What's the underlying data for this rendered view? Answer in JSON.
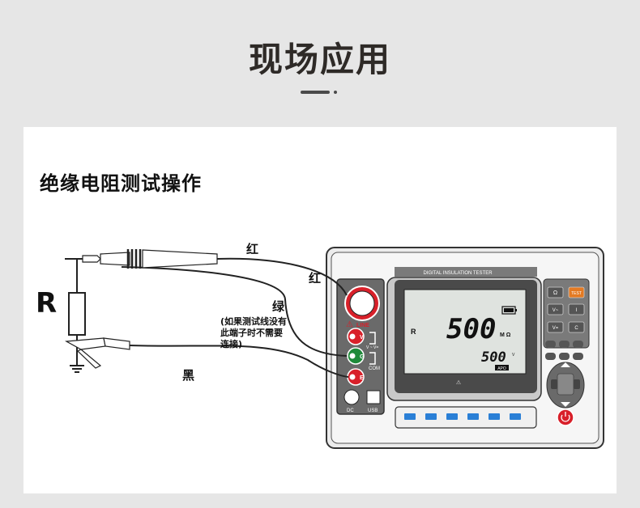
{
  "page": {
    "title": "现场应用"
  },
  "section": {
    "title": "绝缘电阻测试操作"
  },
  "diagram": {
    "resistor_label": "R",
    "wire_red_1": "红",
    "wire_red_2": "红",
    "wire_green": "绿",
    "wire_black": "黑",
    "note": [
      "(如果测试线没有",
      "此端子时不需要",
      "连接)"
    ]
  },
  "device": {
    "brand_strip": "DIGITAL INSULATION TESTER",
    "reading_main": "500",
    "reading_main_unit": "M Ω",
    "reading_sub": "500",
    "reading_sub_unit": "V",
    "apo": "APO",
    "lcd_marker": "R",
    "warning_symbol": "⚠",
    "terminals": {
      "line": "LINE",
      "v": "V",
      "g": "G",
      "e": "E",
      "com": "COM",
      "v_range": "V ~ V=",
      "dc": "DC",
      "usb": "USB"
    },
    "keys": {
      "ohm": "Ω",
      "test": "TEST",
      "v_ac": "V~",
      "i": "I",
      "v_dc": "V=",
      "c": "C"
    },
    "colors": {
      "red": "#d8202a",
      "green": "#1f8a3a",
      "lcd": "#dfe3df",
      "blue_key": "#2a7fd6"
    }
  }
}
